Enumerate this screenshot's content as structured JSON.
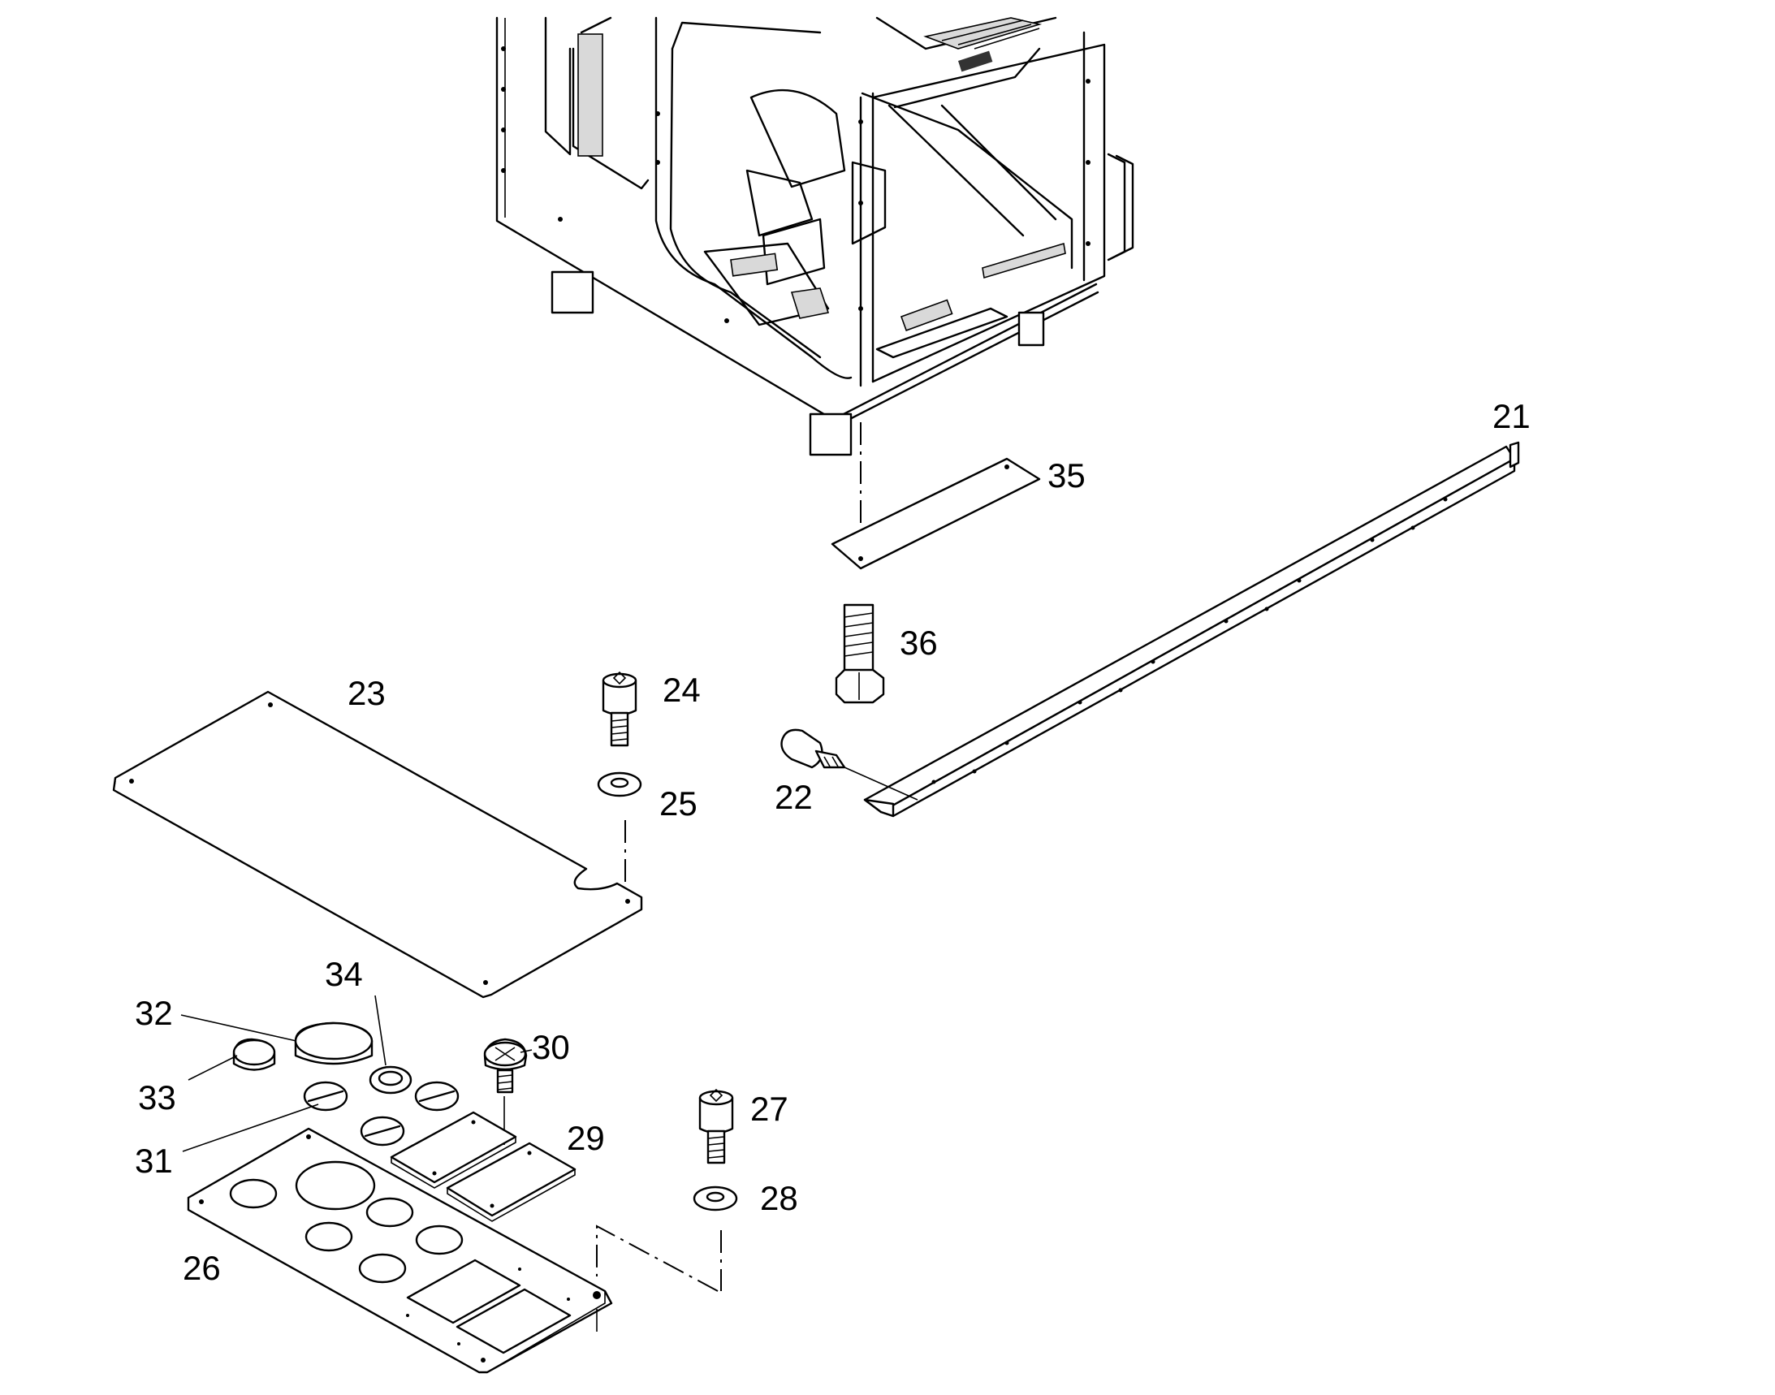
{
  "diagram": {
    "callouts": [
      "21",
      "22",
      "23",
      "24",
      "25",
      "26",
      "27",
      "28",
      "29",
      "30",
      "31",
      "32",
      "33",
      "34",
      "35",
      "36"
    ]
  }
}
